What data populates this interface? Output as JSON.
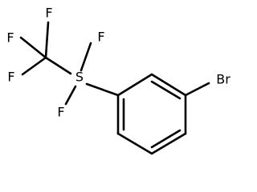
{
  "molecule": {
    "atoms": {
      "f_top_left": "F",
      "f_top": "F",
      "f_left": "F",
      "f_on_s_top": "F",
      "sulfur": "S",
      "f_on_s_bottom": "F",
      "bromine": "Br"
    },
    "colors": {
      "bond": "#000000",
      "label": "#000000",
      "background": "#ffffff"
    }
  }
}
